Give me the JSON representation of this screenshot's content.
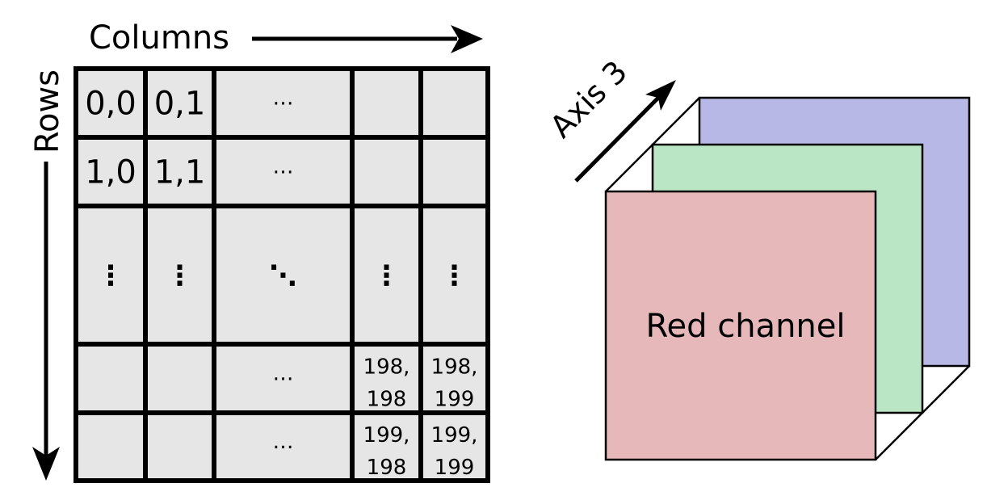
{
  "matrix": {
    "columns_label": "Columns",
    "rows_label": "Rows",
    "cell_fill": "#e6e6e6",
    "line_color": "#000000",
    "cells": [
      [
        "0,0",
        "0,1",
        "…",
        "",
        ""
      ],
      [
        "1,0",
        "1,1",
        "…",
        "",
        ""
      ],
      [
        "⋮",
        "⋮",
        "⋱",
        "⋮",
        "⋮"
      ],
      [
        "",
        "",
        "…",
        "198,\n198",
        "198,\n199"
      ],
      [
        "",
        "",
        "…",
        "199,\n198",
        "199,\n199"
      ]
    ]
  },
  "channels": {
    "axis_label": "Axis 3",
    "front_label": "Red channel",
    "layers": [
      {
        "name": "blue-channel",
        "color": "#b8b8e6"
      },
      {
        "name": "green-channel",
        "color": "#bae6c6"
      },
      {
        "name": "red-channel",
        "color": "#e6b8b9"
      }
    ]
  }
}
